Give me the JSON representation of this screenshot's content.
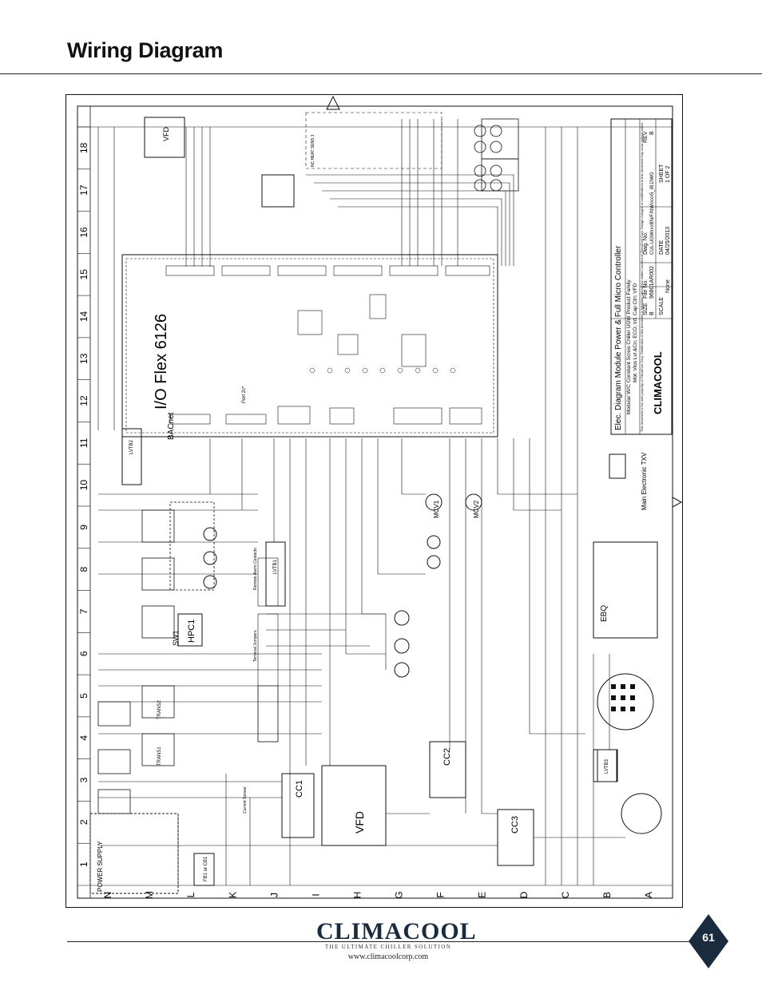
{
  "header": {
    "title": "Wiring Diagram"
  },
  "diagram": {
    "column_numbers": [
      "1",
      "2",
      "3",
      "4",
      "5",
      "6",
      "7",
      "8",
      "9",
      "10",
      "11",
      "12",
      "13",
      "14",
      "15",
      "16",
      "17",
      "18"
    ],
    "row_letters": [
      "N",
      "M",
      "L",
      "K",
      "J",
      "I",
      "H",
      "G",
      "F",
      "E",
      "D",
      "C",
      "B",
      "A"
    ],
    "controller": {
      "name": "I/O Flex 6126",
      "protocol": "BACnet",
      "port": "Port 2c*"
    },
    "labels": {
      "vfd": "VFD",
      "cc1": "CC1",
      "cc2": "CC2",
      "cc3": "CC3",
      "trans1": "TRANS1",
      "trans2": "TRANS2",
      "hpc1": "HPC1",
      "sw1": "SW1",
      "lvtb1": "LVTB1",
      "lvtb2": "LVTB2",
      "lvtb3": "LVTB3",
      "ebq": "EBQ",
      "txv": "Main Electronic TXV",
      "power_supply": "POWER SUPPLY",
      "fb1": "FB1 or CB1",
      "current_sensor": "Current Sensor",
      "mcv1": "MCV1",
      "mcv2": "MCV2",
      "nc_top_note": "NC HEAT SENS 1",
      "terminal_jumpers": "Terminal Jumpers",
      "remote_alarm": "Remote Alarm Contacts"
    },
    "title_block": {
      "title": "Elec. Diagram Module Power & Full Micro Controller",
      "subtitle_1": "Modular W/C Constant Screw Chiller UGW Product Family",
      "subtitle_2": "Mot. Vlos Lvl.&Cn; ECO; Inf. Cap Ctrl; VFD",
      "size_label": "SIZE",
      "size": "B",
      "file_label": "File No.",
      "file_no": "96801AR002",
      "dwg_label": "Dwg. No.",
      "dwg_no": "CUL-UGWxxxBN/F/NWxxxx5_IB.DWG",
      "rev_label": "REV",
      "rev": "B",
      "scale_label": "SCALE",
      "scale": "None",
      "date_label": "DATE",
      "date": "04/25/2013",
      "sheet_label": "SHEET",
      "sheet": "1 OF 2",
      "brand": "CLIMACOOL",
      "disclaimer": "This document is the sole property of ClimaCool Corp. Distribution of this document is forbidden without the written consent of ClimaCool Corp. Design changes or modifications to this document may occur without notice."
    }
  },
  "footer": {
    "logo_word": "CLIMACOOL",
    "logo_tagline": "THE ULTIMATE CHILLER SOLUTION",
    "url": "www.climacoolcorp.com",
    "page_number": "61"
  }
}
